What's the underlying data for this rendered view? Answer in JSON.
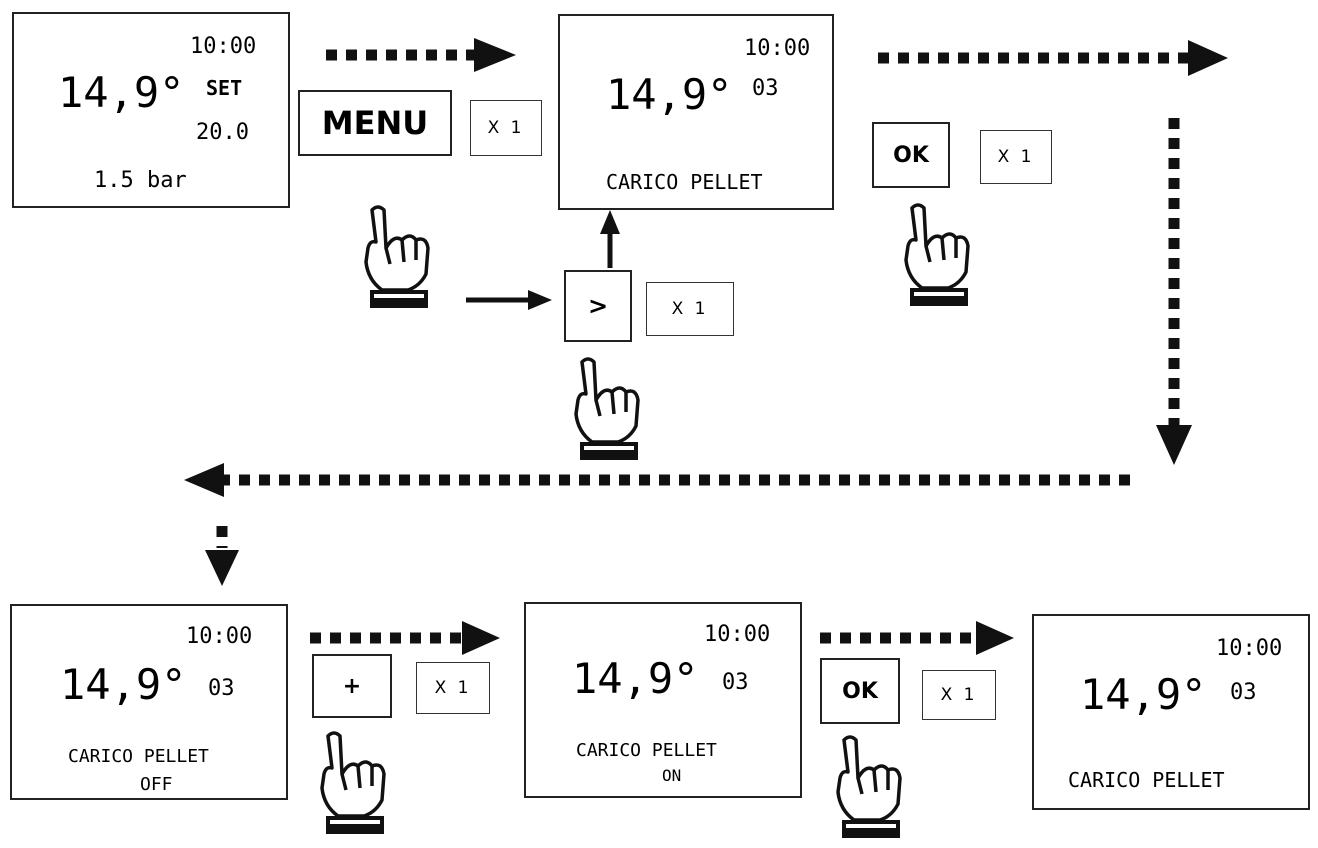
{
  "screens": [
    {
      "time": "10:00",
      "temp": "14,9°",
      "set_label": "SET",
      "set_value": "20.0",
      "pressure": "1.5 bar"
    },
    {
      "time": "10:00",
      "temp": "14,9°",
      "code": "03",
      "line1": "CARICO PELLET"
    },
    {
      "time": "10:00",
      "temp": "14,9°",
      "code": "03",
      "line1": "CARICO PELLET",
      "line2": "OFF"
    },
    {
      "time": "10:00",
      "temp": "14,9°",
      "code": "03",
      "line1": "CARICO PELLET",
      "line2": "ON"
    },
    {
      "time": "10:00",
      "temp": "14,9°",
      "code": "03",
      "line1": "CARICO PELLET"
    }
  ],
  "keys": {
    "menu": "MENU",
    "next": ">",
    "ok_1": "OK",
    "plus": "+",
    "ok_2": "OK"
  },
  "multipliers": {
    "menu": "X 1",
    "next": "X 1",
    "ok_1": "X 1",
    "plus": "X 1",
    "ok_2": "X 1"
  },
  "icons": {
    "hand": "pointing-hand-icon",
    "flow_arrow": "dotted-arrow",
    "solid_arrow": "solid-arrow"
  },
  "colors": {
    "line": "#111111",
    "background": "#ffffff"
  }
}
